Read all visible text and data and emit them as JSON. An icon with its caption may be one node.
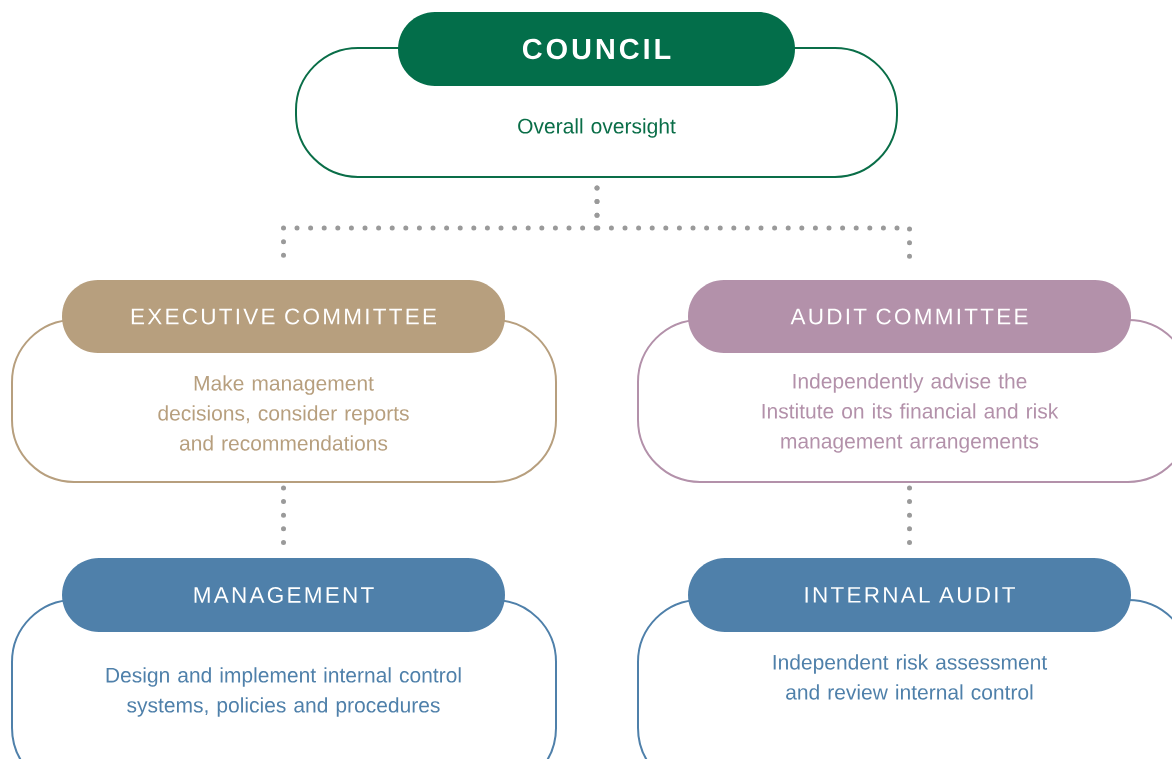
{
  "diagram": {
    "nodes": [
      {
        "text": [
          "COUNCIL",
          "Overall oversight"
        ]
      },
      {
        "text": [
          "EXECUTIVE COMMITTEE",
          "Make management decisions, consider reports and recommendations"
        ]
      },
      {
        "text": [
          "AUDIT COMMITTEE",
          "Independently advise the Institute on its financial and risk management arrangements"
        ]
      },
      {
        "text": [
          "MANAGEMENT",
          "Design and implement internal control systems, policies and procedures"
        ]
      },
      {
        "text": [
          "INTERNAL AUDIT",
          "Independent risk assessment and review internal control"
        ]
      }
    ],
    "edges": [
      {
        "from": 0,
        "to": 1,
        "arrow": "none"
      },
      {
        "from": 0,
        "to": 2,
        "arrow": "none"
      },
      {
        "from": 1,
        "to": 3,
        "arrow": "none"
      },
      {
        "from": 2,
        "to": 4,
        "arrow": "none"
      }
    ]
  }
}
